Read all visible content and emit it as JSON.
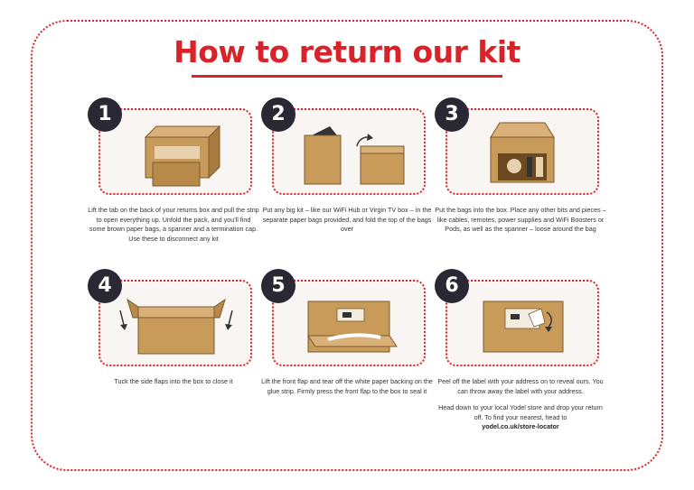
{
  "title": "How to return our kit",
  "steps": [
    {
      "number": "1",
      "text": "Lift the tab on the back of your returns box and pull the strip to open everything up. Unfold the pack, and you'll find some brown paper bags, a spanner and a termination cap. Use these to disconnect any kit"
    },
    {
      "number": "2",
      "text": "Put any big kit – like our WiFi Hub or Virgin TV box – in the separate paper bags provided, and fold the top of the bags over"
    },
    {
      "number": "3",
      "text": "Put the bags into the box. Place any other bits and pieces – like cables, remotes, power supplies and WiFi Boosters or Pods, as well as the spanner – loose around the bag"
    },
    {
      "number": "4",
      "text": "Tuck the side flaps into the box to close it"
    },
    {
      "number": "5",
      "text": "Lift the front flap and tear off the white paper backing on the glue strip. Firmly press the front flap to the box to seal it"
    },
    {
      "number": "6",
      "text": "Peel off the label with your address on to reveal ours. You can throw away the label with your address.",
      "text2": "Head down to your local Yodel store and drop your return off. To find your nearest, head to",
      "link": "yodel.co.uk/store-locator"
    }
  ],
  "colors": {
    "accent": "#d8232a",
    "badge": "#2a2833",
    "box": "#c89b5b",
    "box_dark": "#a87a3d"
  }
}
